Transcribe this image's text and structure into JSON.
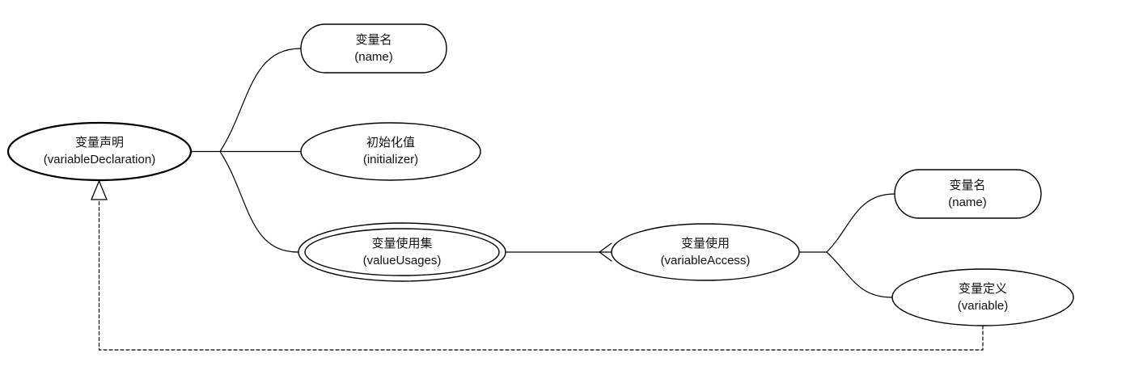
{
  "diagram": {
    "colors": {
      "stroke": "#000000",
      "node_fill": "#ffffff",
      "background": "#ffffff",
      "text": "#111111"
    },
    "nodes": {
      "variableDeclaration": {
        "zh": "变量声明",
        "en": "(variableDeclaration)",
        "shape": "ellipse"
      },
      "nameLeft": {
        "zh": "变量名",
        "en": "(name)",
        "shape": "stadium"
      },
      "initializer": {
        "zh": "初始化值",
        "en": "(initializer)",
        "shape": "ellipse"
      },
      "valueUsages": {
        "zh": "变量使用集",
        "en": "(valueUsages)",
        "shape": "double-ellipse"
      },
      "variableAccess": {
        "zh": "变量使用",
        "en": "(variableAccess)",
        "shape": "ellipse"
      },
      "nameRight": {
        "zh": "变量名",
        "en": "(name)",
        "shape": "stadium"
      },
      "variable": {
        "zh": "变量定义",
        "en": "(variable)",
        "shape": "ellipse"
      }
    },
    "edges": {
      "valueUsages_to_variableAccess_marker": "crows-foot",
      "variable_to_variableDeclaration_style": "dashed-hollow-triangle"
    }
  }
}
